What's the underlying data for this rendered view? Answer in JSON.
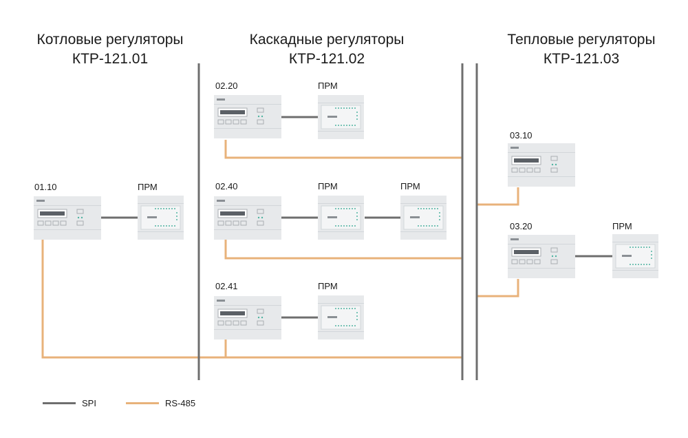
{
  "columns": [
    {
      "title": "Котловые регуляторы",
      "subtitle": "КТР-121.01"
    },
    {
      "title": "Каскадные регуляторы",
      "subtitle": "КТР-121.02"
    },
    {
      "title": "Тепловые регуляторы",
      "subtitle": "КТР-121.03"
    }
  ],
  "devices": {
    "d0110": "01.10",
    "d0220": "02.20",
    "d0240": "02.40",
    "d0241": "02.41",
    "d0310": "03.10",
    "d0320": "03.20",
    "prm": "ПРМ"
  },
  "legend": {
    "spi": "SPI",
    "rs485": "RS-485"
  },
  "colors": {
    "spi": "#6e6e6e",
    "rs485": "#e8b27a",
    "bus": "#6e6e6e",
    "device": "#e7e9eb"
  }
}
